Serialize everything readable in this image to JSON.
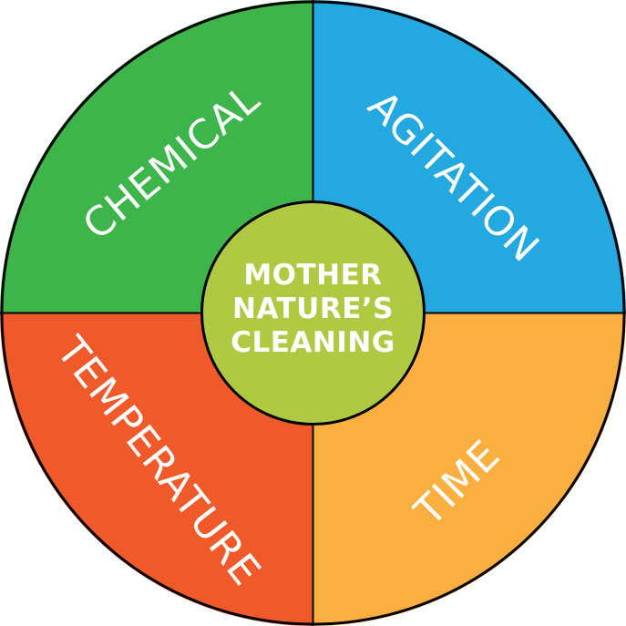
{
  "quadrants": {
    "top_left": {
      "label": "CHEMICAL",
      "color": "#3db54a"
    },
    "top_right": {
      "label": "AGITATION",
      "color": "#23a8e0"
    },
    "bottom_left": {
      "label": "TEMPERATURE",
      "color": "#f05a2b"
    },
    "bottom_right": {
      "label": "TIME",
      "color": "#fbaf41"
    }
  },
  "center": {
    "lines": [
      "MOTHER",
      "NATURE’S",
      "CLEANING"
    ],
    "color": "#afc942"
  },
  "outline_color": "#000000"
}
